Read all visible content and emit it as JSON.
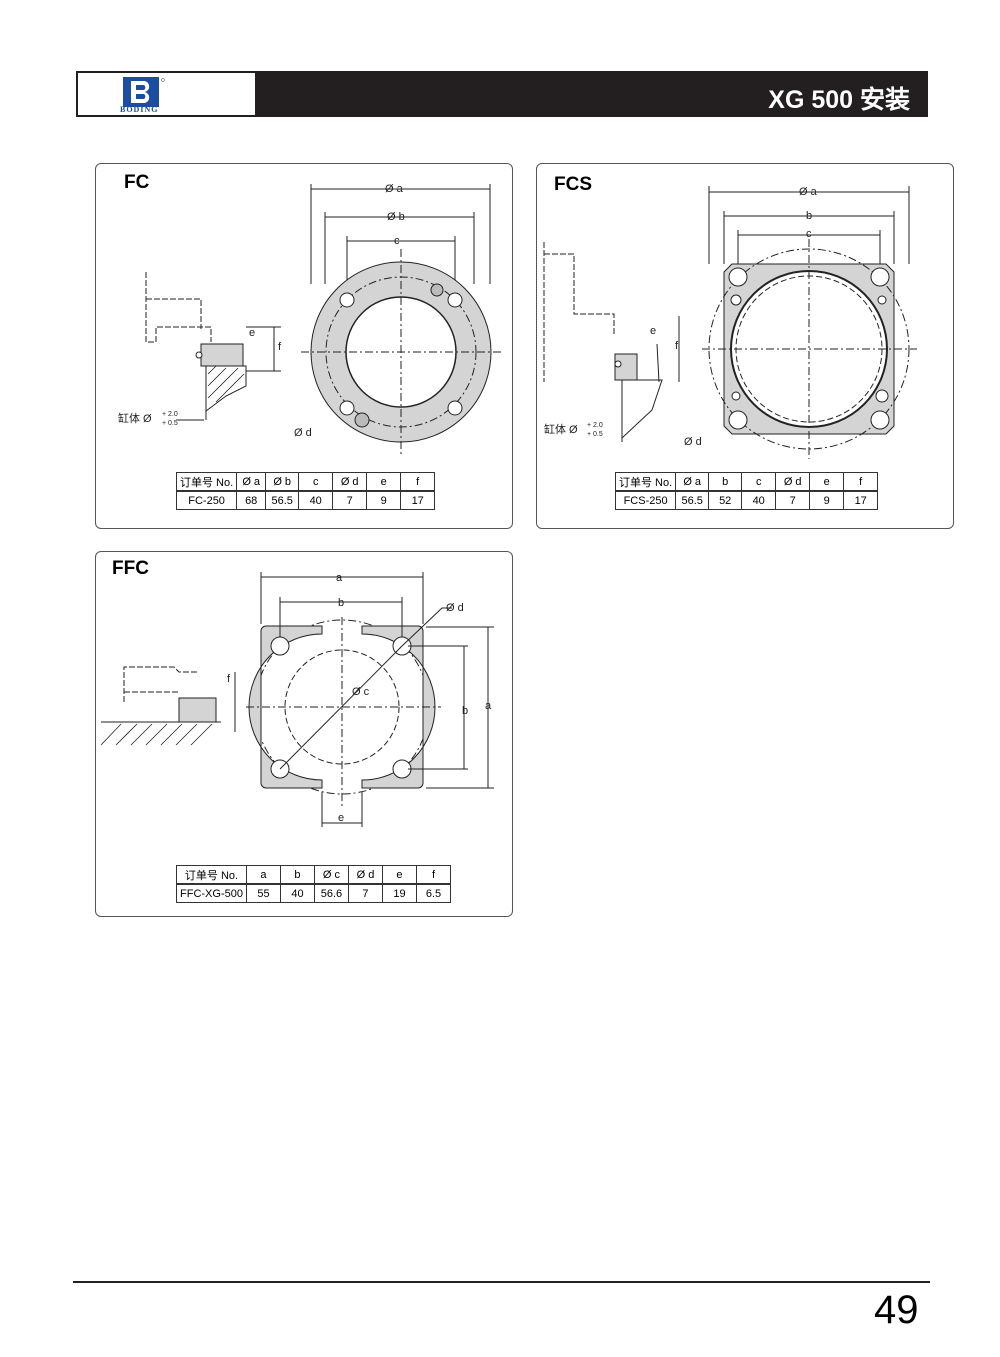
{
  "header": {
    "brand": "BODING",
    "title": "XG 500  安装"
  },
  "fc": {
    "title": "FC",
    "labels": {
      "a": "Ø a",
      "b": "Ø b",
      "c": "c",
      "d": "Ø d",
      "e": "e",
      "f": "f",
      "bore": "缸体 Ø",
      "tol_up": "+ 2.0",
      "tol_dn": "+ 0.5"
    },
    "table": {
      "headers": [
        "订单号 No.",
        "Ø a",
        "Ø b",
        "c",
        "Ø d",
        "e",
        "f"
      ],
      "row": [
        "FC-250",
        "68",
        "56.5",
        "40",
        "7",
        "9",
        "17"
      ]
    }
  },
  "fcs": {
    "title": "FCS",
    "labels": {
      "a": "Ø a",
      "b": "b",
      "c": "c",
      "d": "Ø d",
      "e": "e",
      "f": "f",
      "bore": "缸体 Ø",
      "tol_up": "+ 2.0",
      "tol_dn": "+ 0.5"
    },
    "table": {
      "headers": [
        "订单号 No.",
        "Ø a",
        "b",
        "c",
        "Ø d",
        "e",
        "f"
      ],
      "row": [
        "FCS-250",
        "56.5",
        "52",
        "40",
        "7",
        "9",
        "17"
      ]
    }
  },
  "ffc": {
    "title": "FFC",
    "labels": {
      "a": "a",
      "b": "b",
      "c": "Ø c",
      "d": "Ø d",
      "e": "e",
      "f": "f",
      "a2": "a",
      "b2": "b"
    },
    "table": {
      "headers": [
        "订单号 No.",
        "a",
        "b",
        "Ø c",
        "Ø d",
        "e",
        "f"
      ],
      "row": [
        "FFC-XG-500",
        "55",
        "40",
        "56.6",
        "7",
        "19",
        "6.5"
      ]
    }
  },
  "footer": {
    "page_number": "49"
  },
  "colors": {
    "part_fill": "#d4d4d4",
    "header_bg": "#231f20",
    "logo_blue": "#1b4ea0"
  }
}
